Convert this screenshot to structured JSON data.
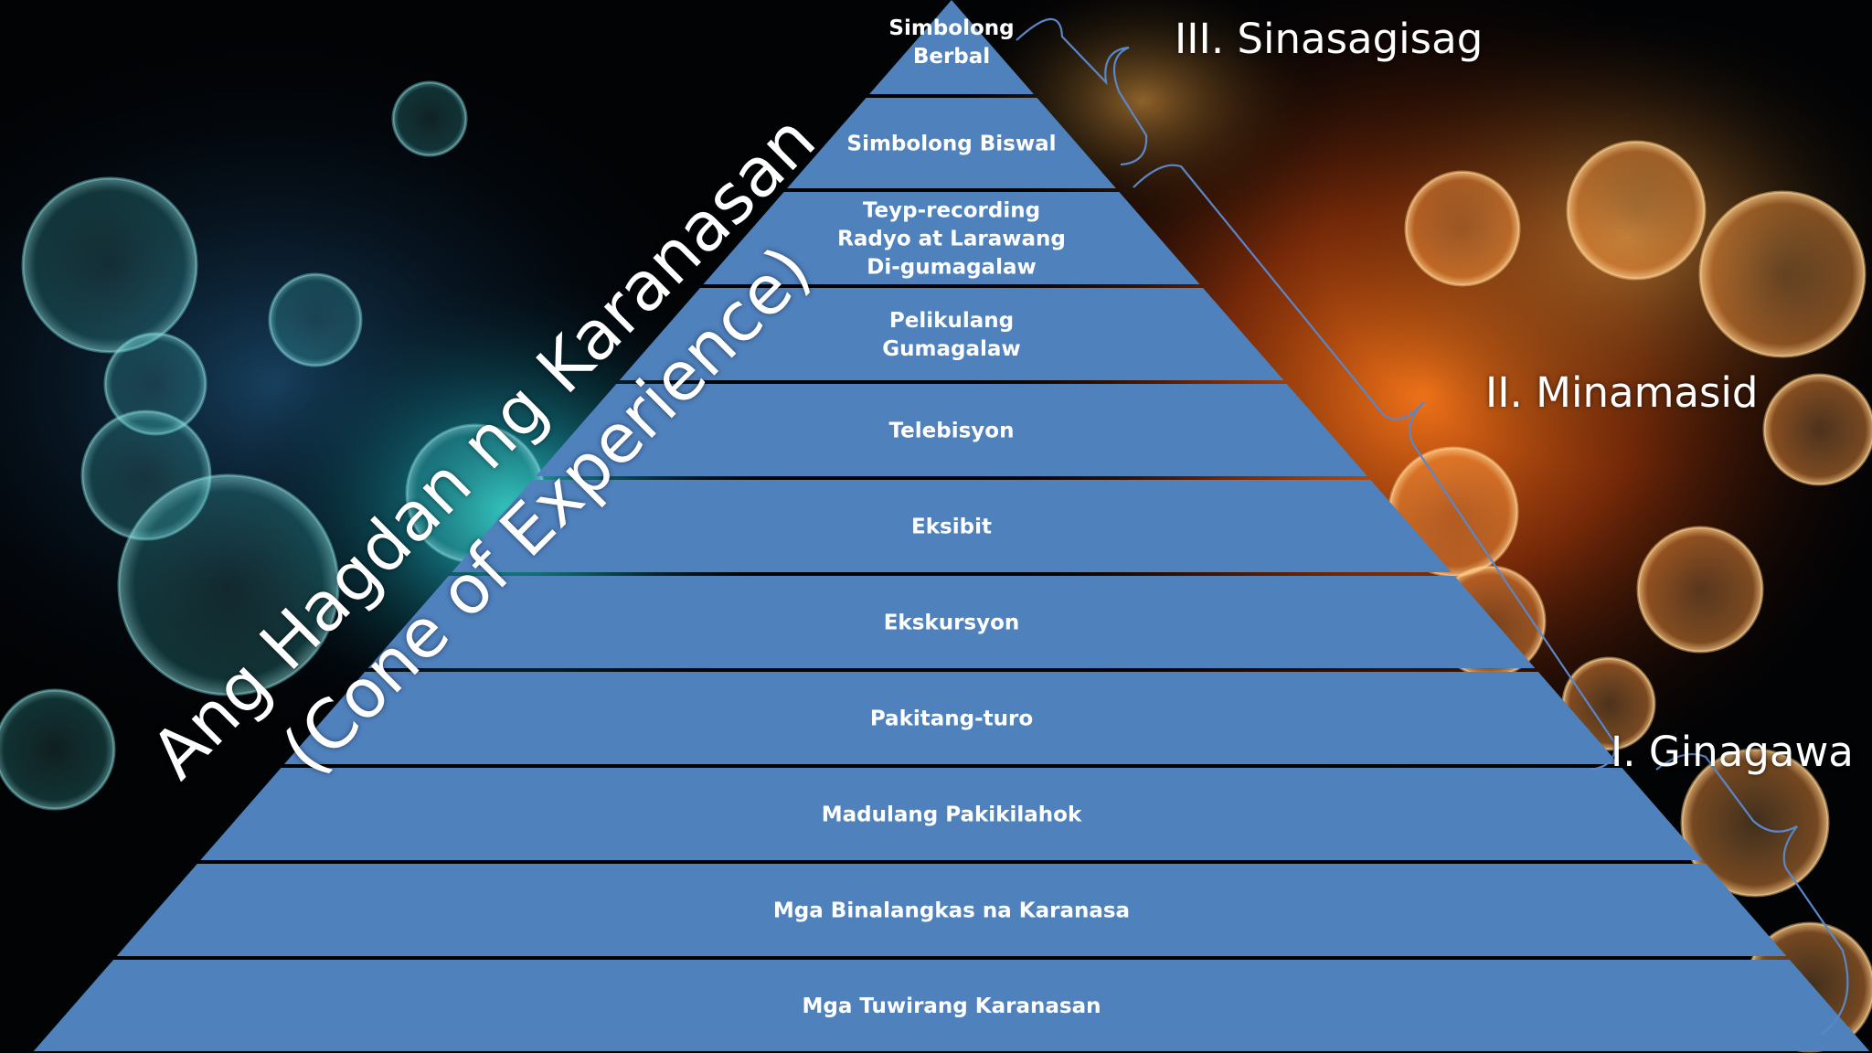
{
  "title": {
    "line1": "Ang Hagdan ng Karanasan",
    "line2": "(Cone of Experience)"
  },
  "levels": [
    {
      "label": "Simbolong\nBerbal"
    },
    {
      "label": "Simbolong Biswal"
    },
    {
      "label": "Teyp-recording\nRadyo at Larawang\nDi-gumagalaw"
    },
    {
      "label": "Pelikulang\nGumagalaw"
    },
    {
      "label": "Telebisyon"
    },
    {
      "label": "Eksibit"
    },
    {
      "label": "Ekskursyon"
    },
    {
      "label": "Pakitang-turo"
    },
    {
      "label": "Madulang Pakikilahok"
    },
    {
      "label": "Mga Binalangkas na Karanasa"
    },
    {
      "label": "Mga Tuwirang Karanasan"
    }
  ],
  "sections": [
    {
      "label": "III. Sinasagisag"
    },
    {
      "label": "II. Minamasid"
    },
    {
      "label": "I. Ginagawa"
    }
  ],
  "colors": {
    "level_fill": "#4f81bd",
    "level_text": "#ffffff",
    "separator": "#ffffff",
    "brace_stroke": "#5b86c8",
    "title_text": "#ffffff"
  }
}
